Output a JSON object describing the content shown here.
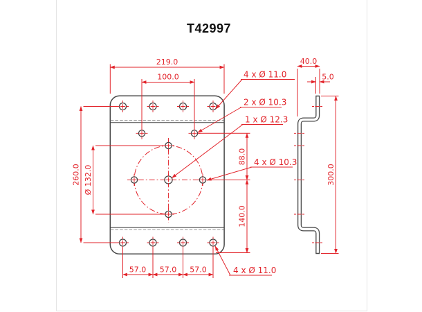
{
  "title": "T42997",
  "colors": {
    "red": "#e2232a",
    "line": "#454545",
    "bend": "#999999",
    "border": "#e4e4e4",
    "background": "#ffffff",
    "text": "#111111"
  },
  "front": {
    "width": "219.0",
    "upper_holes_spacing": "100.0",
    "hole_rows_height": "260.0",
    "bolt_circle_dia": "Ø 132.0",
    "upper_to_center": "88.0",
    "center_to_bottom_edge": "140.0",
    "pitch1": "57.0",
    "pitch2": "57.0",
    "pitch3": "57.0",
    "label_top_holes": "4 x Ø 11.0",
    "label_upper_holes": "2 x Ø 10.3",
    "label_center_hole": "1 x Ø 12.3",
    "label_circle_holes": "4 x Ø 10.3",
    "label_bottom_holes": "4 x Ø 11.0"
  },
  "side": {
    "flange_offset": "40.0",
    "thickness": "5.0",
    "height": "300.0"
  }
}
